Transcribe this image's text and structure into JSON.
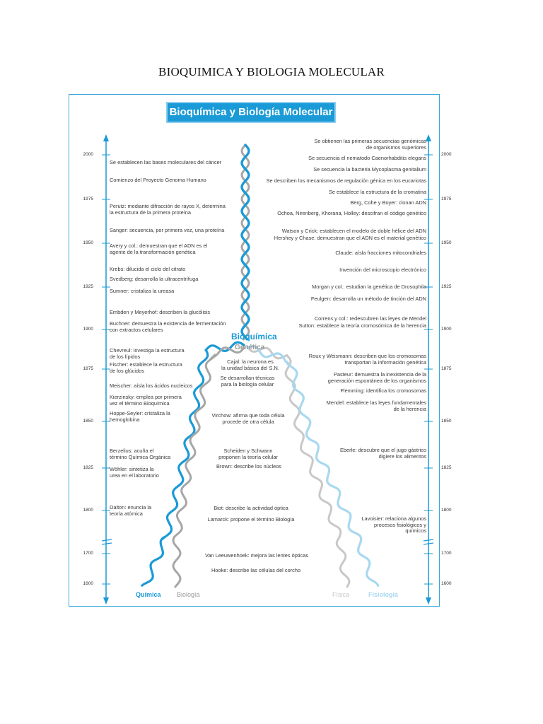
{
  "page": {
    "title": "BIOQUIMICA Y BIOLOGIA MOLECULAR"
  },
  "diagram": {
    "banner": "Bioquímica y Biología Molecular",
    "merged_labels": {
      "bioquimica": "Bioquímica",
      "genetica": "Genética"
    },
    "strand_labels": {
      "quimica": "Química",
      "biologia": "Biología",
      "fisica": "Física",
      "fisiologia": "Fisiología"
    },
    "colors": {
      "blue": "#1a9ad6",
      "light_blue": "#a8d8f0",
      "gray": "#a6a6a6",
      "frame": "#3aa6dc"
    },
    "timeline_ticks": [
      "2000",
      "1975",
      "1950",
      "1925",
      "1900",
      "1875",
      "1850",
      "1825",
      "1800",
      "1700",
      "1600"
    ],
    "left_events": [
      "Se establecen las bases moleculares del cáncer",
      "Comienzo del Proyecto Genoma Humano",
      "Perutz: mediante difracción de rayos X, determina\nla estructura de la primera proteína",
      "Sanger: secuencia, por primera vez, una proteína",
      "Avery y col.: demuestran que el ADN es el\nagente de la transformación genética",
      "Krebs: dilucida el ciclo del citrato",
      "Svedberg: desarrolla la ultracentrífuga",
      "Sumner: cristaliza la ureasa",
      "Embden y Meyerhof: describen la glucólisis",
      "Buchner: demuestra la existencia de fermentación\ncon extractos celulares",
      "Chevreul: investiga la estructura\nde los lípidos",
      "Fischer: establece la estructura\nde los glúcidos",
      "Meischer: aísla los ácidos nucleicos",
      "Kierzinsky: emplea por primera\nvez el término Bioquímica",
      "Hoppe-Seyler: cristaliza la\nhemoglobina",
      "Berzelius: acuña el\ntérmino Química Orgánica",
      "Wöhler: sintetiza la\nurea en el laboratorio",
      "Dalton: enuncia la\nteoría atómica"
    ],
    "right_events": [
      "Se obtienen las primeras secuencias genómicas\nde organismos superiores",
      "Se secuencia el nematodo Caenorhabditis elegans",
      "Se secuencia la bacteria Mycoplasma genitalium",
      "Se describen los mecanismos de regulación génica en los eucariotas",
      "Se establece la estructura de la cromatina",
      "Berg, Cohe y Boyer: clonan ADN",
      "Ochoa, Nirenberg, Khorana, Holley: descifran el código genético",
      "Watson y Crick: establecen el modelo de doble hélice del ADN",
      "Hershey y Chase: demuestran que el ADN es el material genético",
      "Claude: aísla fracciones mitocondriales",
      "Invención del microscopio electrónico",
      "Morgan y col.: estudian la genética de Drosophila",
      "Feulgen: desarrolla un método de tinción del ADN",
      "Correns y col.: redescubren las leyes de Mendel",
      "Sutton: establece la teoría cromosómica de la herencia",
      "Roux y Weismann: describen que los cromosomas\ntransportan la información genética",
      "Pasteur: demuestra la inexistencia de la\ngeneración espontánea de los organismos",
      "Flemming: identifica los cromosomas",
      "Mendel: establece las leyes fundamentales\nde la herencia",
      "Eberle: descubre que el jugo gástrico\ndigiere los alimentos",
      "Lavoisier: relaciona algunos\nprocesos fisiológicos y\nquímicos"
    ],
    "center_events": [
      "Cajal: la neurona es\nla unidad básica del S.N.",
      "Se desarrollan técnicas\npara la biología celular",
      "Virchow: afirma que toda célula\nprocede de otra célula",
      "Scheiden y Schwann\nproponen la teoría celular",
      "Brown: describe los núcleos",
      "Biot: describe la actividad óptica",
      "Lamarck: propone el término Biología",
      "Van Leeuwenhoek: mejora las lentes ópticas",
      "Hooke: describe las células del corcho"
    ]
  }
}
